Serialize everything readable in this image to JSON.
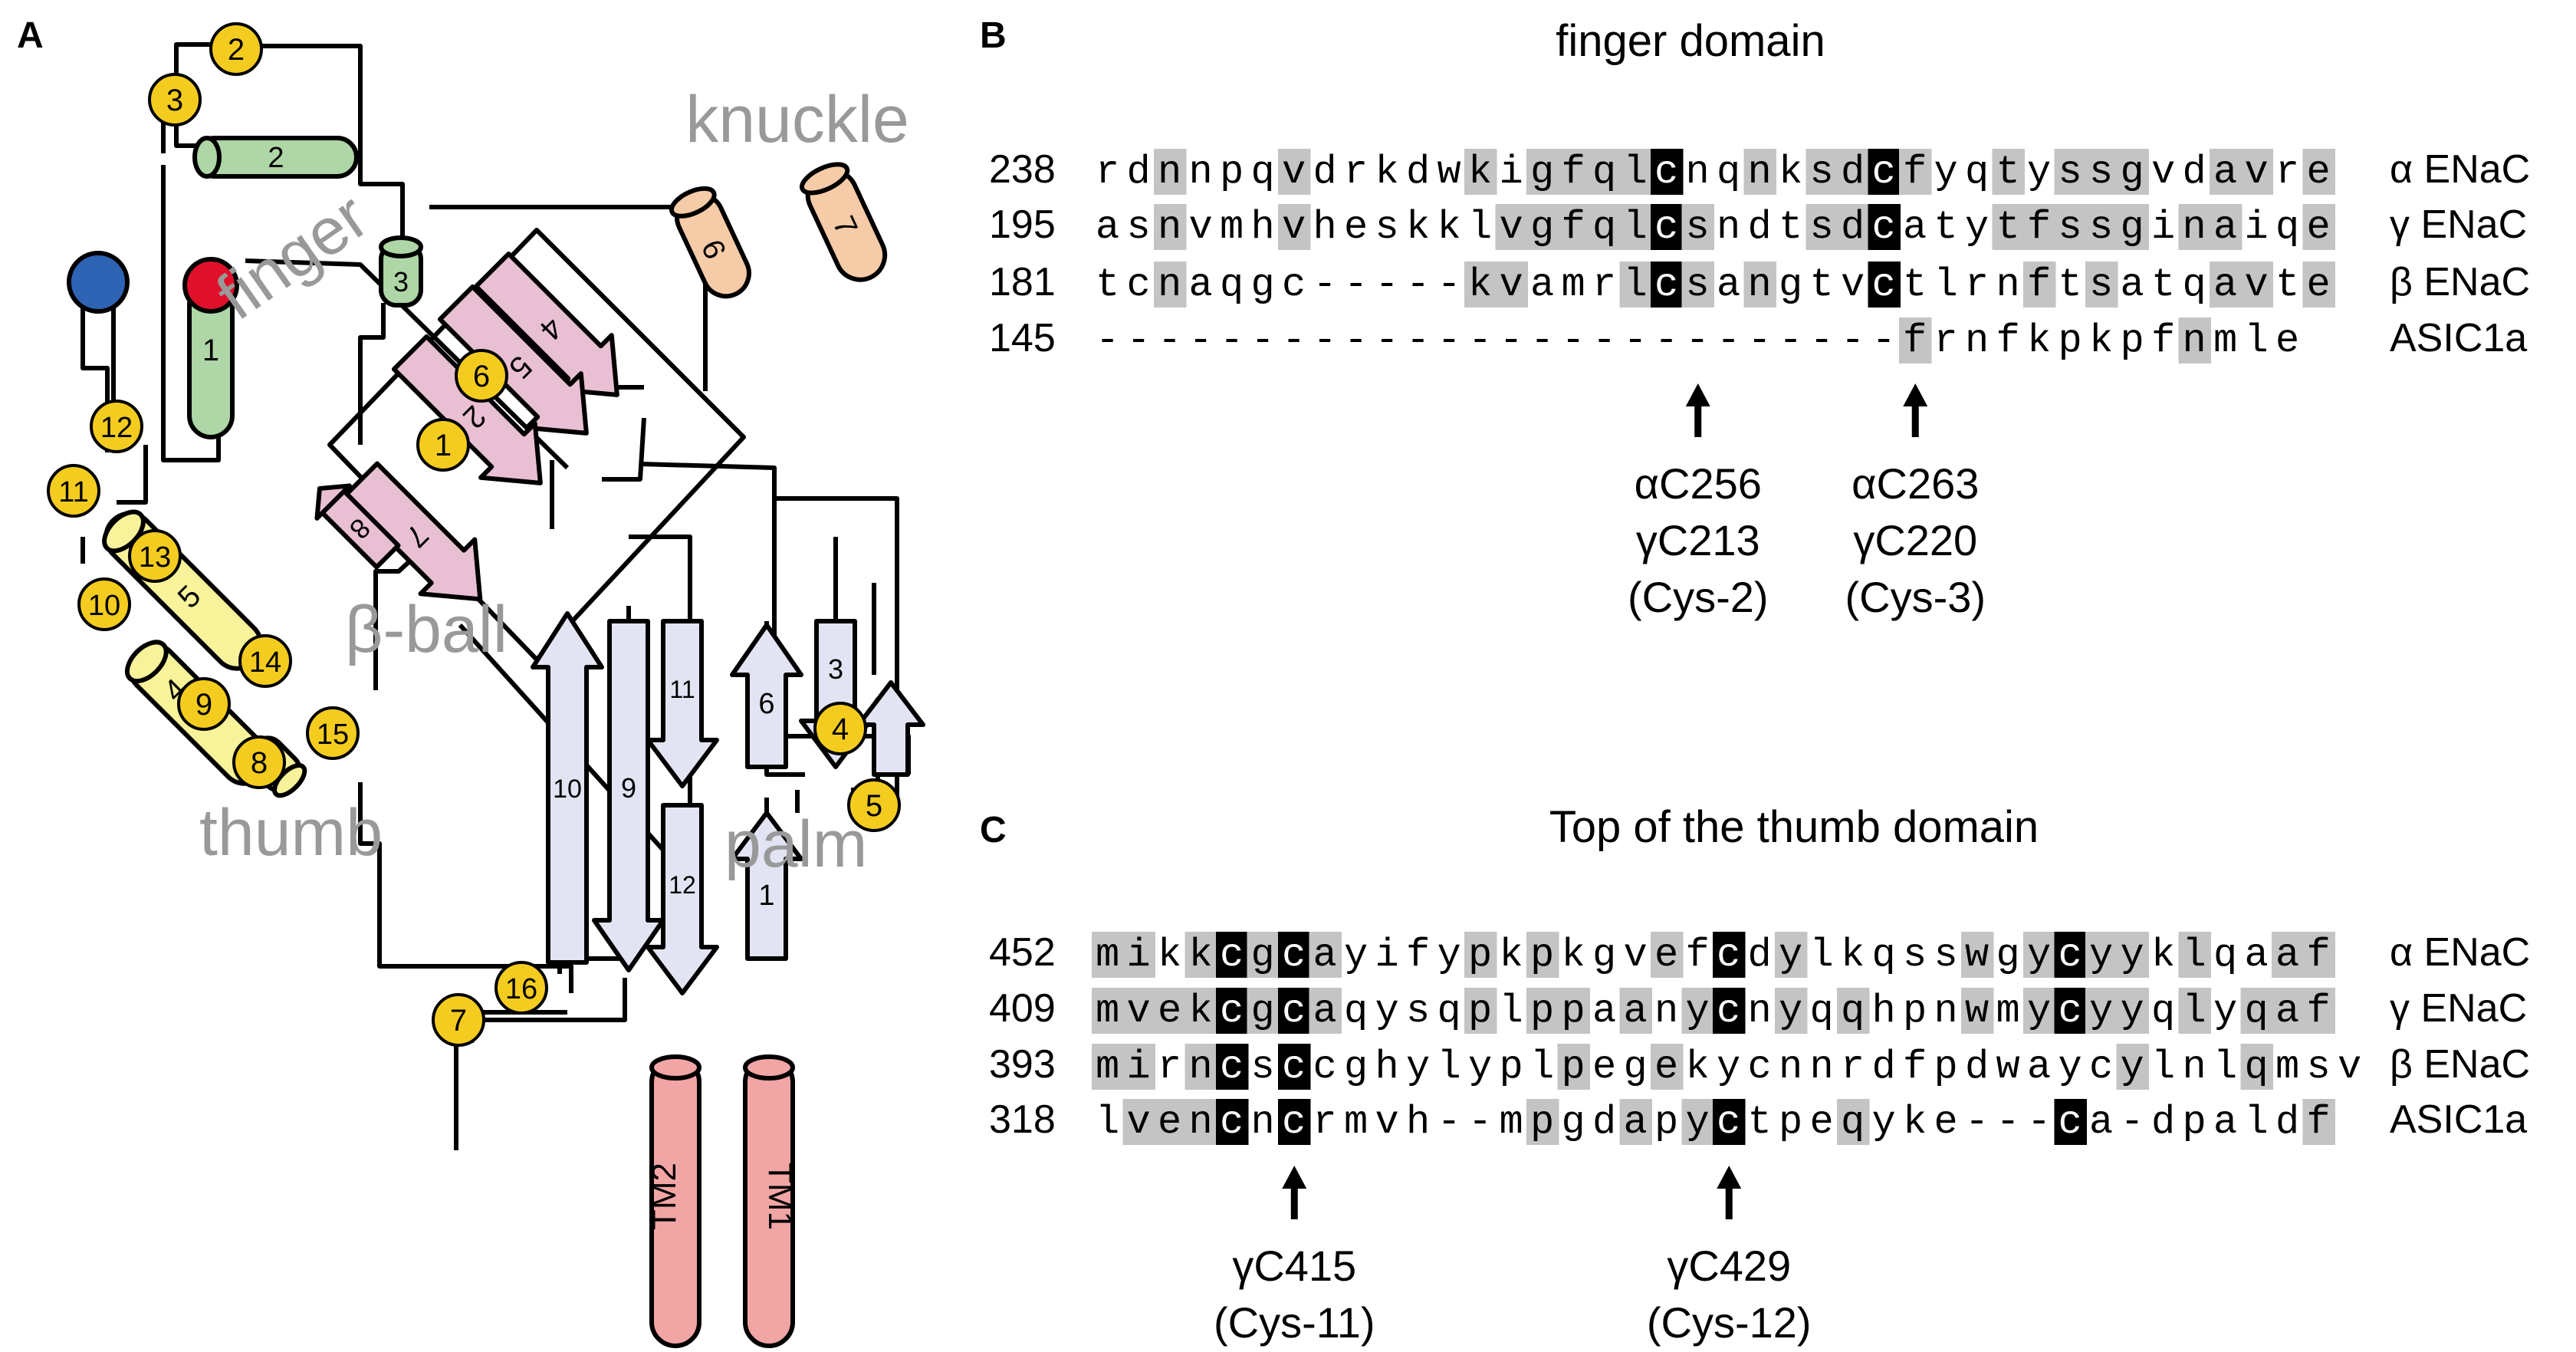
{
  "panels": {
    "a": "A",
    "b": "B",
    "c": "C"
  },
  "colors": {
    "gray_highlight": "#c4c4c4",
    "black_highlight": "#000000",
    "helix_green": "#aed6a6",
    "helix_yellow": "#f8f39a",
    "helix_peach": "#f6cba8",
    "strand_pink": "#e9bfd3",
    "strand_lavender": "#e3e4f3",
    "tm_red": "#f2a5a5",
    "cys_yellow": "#f4cc1f",
    "n_terminus_blue": "#2f64b4",
    "c_terminus_red": "#e0102a",
    "domain_label_gray": "#999999"
  },
  "diagram": {
    "domains": {
      "knuckle": "knuckle",
      "finger": "finger",
      "beta_ball": "β-ball",
      "thumb": "thumb",
      "palm": "palm"
    },
    "helices": [
      "1",
      "2",
      "3",
      "4",
      "5",
      "6",
      "7"
    ],
    "strands": [
      "1",
      "2",
      "3",
      "4",
      "5",
      "6",
      "7",
      "8",
      "9",
      "10",
      "11",
      "12"
    ],
    "transmembrane": [
      "TM1",
      "TM2"
    ],
    "cysteines": [
      "1",
      "2",
      "3",
      "4",
      "5",
      "6",
      "7",
      "8",
      "9",
      "10",
      "11",
      "12",
      "13",
      "14",
      "15",
      "16"
    ]
  },
  "finger_panel": {
    "title": "finger domain",
    "rows": [
      {
        "num": "238",
        "seq": "rdnnpqvdrkdwkigfqlcnqnksdcfyqtyssgvdavre",
        "name": "α ENaC"
      },
      {
        "num": "195",
        "seq": "asnvmhvheskklvgfqlcsndtsdcatytfssginaiqe",
        "name": "γ ENaC"
      },
      {
        "num": "181",
        "seq": "tcnaqgc-----kvamrlcsangtvctlrnftsatqavte",
        "name": "β ENaC"
      },
      {
        "num": "145",
        "seq": "--------------------------frnfkpkpfnmle",
        "name": "ASIC1a"
      }
    ],
    "arrows": [
      {
        "col": 19,
        "lines": [
          "αC256",
          "γC213",
          "(Cys-2)"
        ]
      },
      {
        "col": 26,
        "lines": [
          "αC263",
          "γC220",
          "(Cys-3)"
        ]
      }
    ]
  },
  "thumb_panel": {
    "title": "Top of the thumb domain",
    "rows": [
      {
        "num": "452",
        "seq": "mikkcgcayifypkpkgvefcdylkqsswgycyyklqaaf",
        "name": "α ENaC"
      },
      {
        "num": "409",
        "seq": "mvekcgcaqysqplppaanycnyqqhpnwmycyyqlyqaf",
        "name": "γ ENaC"
      },
      {
        "num": "393",
        "seq": "mirncsccghylyplpegekycnnrdfpdwaycylnlqmsv",
        "name": "β ENaC"
      },
      {
        "num": "318",
        "seq": "lvencncrmvh--mpgdapyctpeqyke---ca-dpaldf",
        "name": "ASIC1a"
      }
    ],
    "arrows": [
      {
        "col": 6,
        "lines": [
          "γC415",
          "(Cys-11)"
        ]
      },
      {
        "col": 20,
        "lines": [
          "γC429",
          "(Cys-12)"
        ]
      }
    ]
  }
}
